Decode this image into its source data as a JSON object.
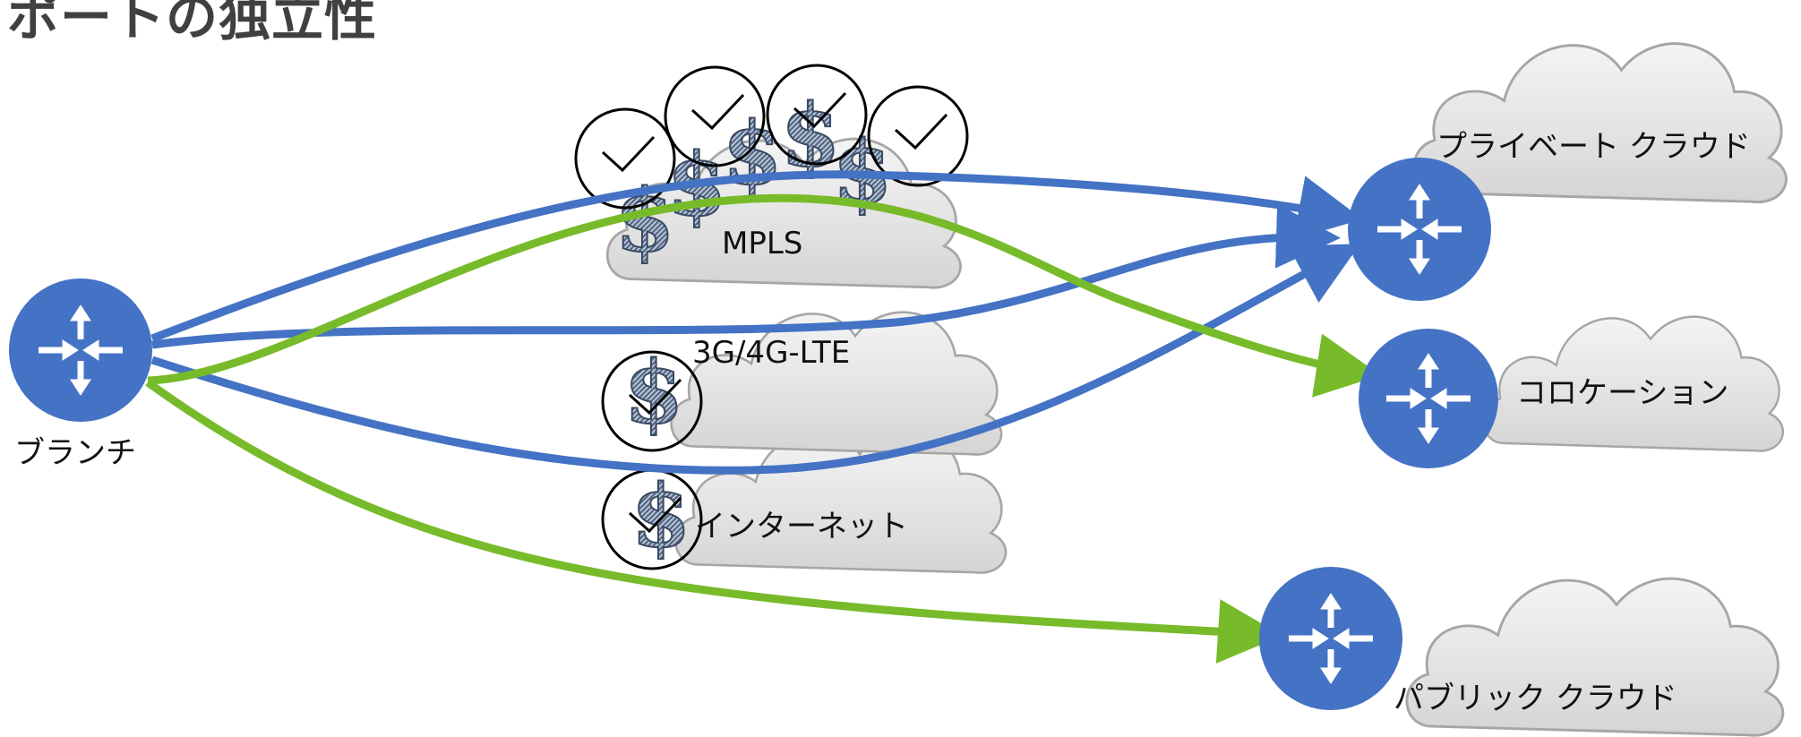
{
  "title": "ポートの独立性",
  "branch": {
    "label": "ブランチ"
  },
  "transports": {
    "mpls": "MPLS",
    "lte": "3G/4G-LTE",
    "internet": "インターネット"
  },
  "destinations": {
    "private_cloud": "プライベート クラウド",
    "colocation": "コロケーション",
    "public_cloud": "パブリック クラウド"
  },
  "symbols": {
    "dollar": "$",
    "check": "✓"
  },
  "colors": {
    "router": "#4472c4",
    "path_blue": "#4472c4",
    "path_green": "#77bb2a",
    "cloud_fill": "#e6e6e6",
    "cloud_stroke": "#a6a6a6",
    "title": "#404040"
  },
  "icons": [
    "router-icon",
    "cloud-icon",
    "dollar-icon",
    "check-icon"
  ]
}
